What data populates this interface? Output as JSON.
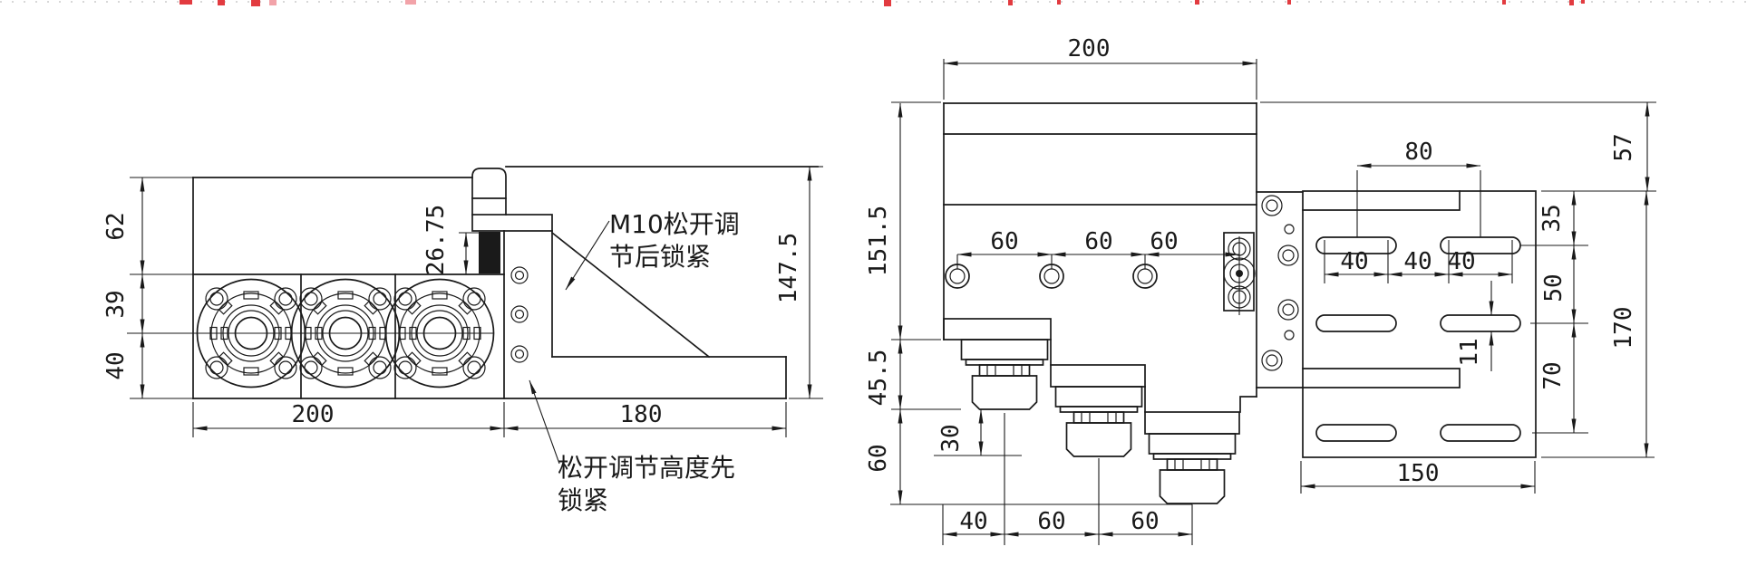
{
  "colors": {
    "background": "#ffffff",
    "ink": "#1a1a1a",
    "red_mark": "#e23b40",
    "red_mark_light": "#f2a3a9"
  },
  "front_view": {
    "dims": {
      "d62": "62",
      "d39": "39",
      "d40": "40",
      "d200": "200",
      "d180": "180",
      "d26_75": "26.75",
      "d147_5": "147.5"
    },
    "notes": {
      "m10_1": "M10松开调",
      "m10_2": "节后锁紧",
      "rel_1": "松开调节高度先",
      "rel_2": "锁紧"
    }
  },
  "side_view": {
    "dims": {
      "d200": "200",
      "d151_5": "151.5",
      "d45_5": "45.5",
      "d60_left": "60",
      "d30": "30",
      "d40_btm": "40",
      "d60_btm1": "60",
      "d60_btm2": "60",
      "d60_p1": "60",
      "d60_p2": "60",
      "d60_p3": "60",
      "d80": "80",
      "d40_s1": "40",
      "d40_s2": "40",
      "d40_s3": "40",
      "d35": "35",
      "d50": "50",
      "d70": "70",
      "d57": "57",
      "d170": "170",
      "d150": "150",
      "d11": "11"
    }
  }
}
